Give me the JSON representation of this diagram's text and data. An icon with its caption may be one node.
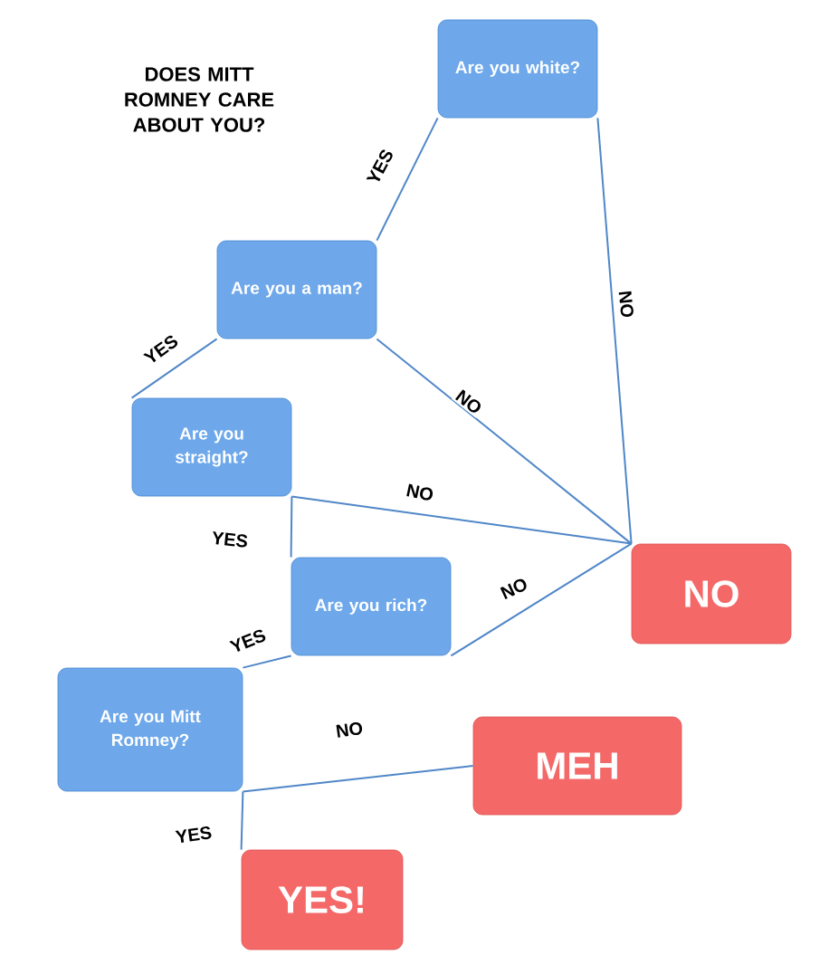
{
  "diagram": {
    "title": "DOES MITT ROMNEY CARE ABOUT YOU?",
    "nodes": [
      {
        "text": [
          "Are you white?"
        ]
      },
      {
        "text": [
          "Are you a man?"
        ]
      },
      {
        "text": [
          "Are you straight?"
        ]
      },
      {
        "text": [
          "Are you rich?"
        ]
      },
      {
        "text": [
          "Are you Mitt Romney?"
        ]
      },
      {
        "text": [
          "NO"
        ]
      },
      {
        "text": [
          "MEH"
        ]
      },
      {
        "text": [
          "YES!"
        ]
      }
    ],
    "edges": [
      {
        "from": 0,
        "to": 1,
        "arrow": "none",
        "label": "YES"
      },
      {
        "from": 0,
        "to": 5,
        "arrow": "none",
        "label": "NO"
      },
      {
        "from": 1,
        "to": 2,
        "arrow": "none",
        "label": "YES"
      },
      {
        "from": 1,
        "to": 5,
        "arrow": "none",
        "label": "NO"
      },
      {
        "from": 2,
        "to": 5,
        "arrow": "none",
        "label": "NO"
      },
      {
        "from": 2,
        "to": 3,
        "arrow": "none",
        "label": "YES"
      },
      {
        "from": 3,
        "to": 5,
        "arrow": "none",
        "label": "NO"
      },
      {
        "from": 3,
        "to": 4,
        "arrow": "none",
        "label": "YES"
      },
      {
        "from": 4,
        "to": 6,
        "arrow": "none",
        "label": "NO"
      },
      {
        "from": 4,
        "to": 7,
        "arrow": "none",
        "label": "YES"
      }
    ]
  }
}
